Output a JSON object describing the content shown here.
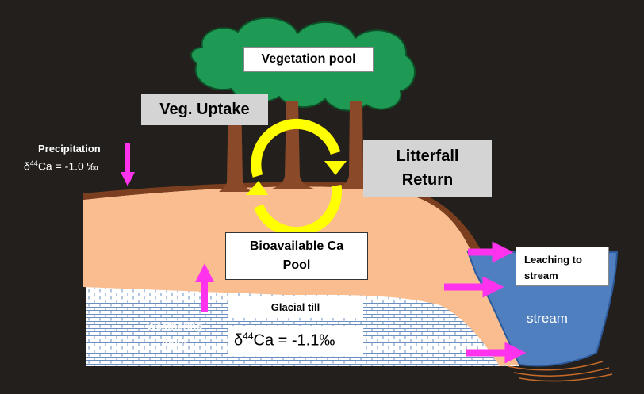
{
  "labels": {
    "vegetation_pool": "Vegetation pool",
    "veg_uptake": "Veg. Uptake",
    "litterfall_line1": "Litterfall",
    "litterfall_line2": "Return",
    "precip_title": "Precipitation",
    "precip_delta": "δ",
    "precip_sup": "44",
    "precip_value": "Ca = -1.0 ‰",
    "bioavail_line1": "Bioavailable Ca",
    "bioavail_line2": "Pool",
    "leaching_line1": "Leaching to",
    "leaching_line2": "stream",
    "glacial_till": "Glacial till",
    "weathering_line1": "Weathering",
    "weathering_line2": "input",
    "till_delta": "δ",
    "till_sup": "44",
    "till_value": "Ca = -1.1‰",
    "stream": "stream"
  },
  "colors": {
    "background": "#231f1c",
    "soil": "#f9bd8f",
    "litter_layer": "#7b3f1f",
    "tree_crown": "#1f9a54",
    "tree_trunk": "#8a4a2a",
    "cycle_arrows": "#ffff00",
    "flux_arrows": "#ff33ee",
    "stream_water": "#4f7fbe",
    "till_hatch": "#6a8fc0"
  },
  "icons": [
    "vegetation-cycle-arrows-icon",
    "flux-arrow-icon",
    "tree-icon"
  ]
}
